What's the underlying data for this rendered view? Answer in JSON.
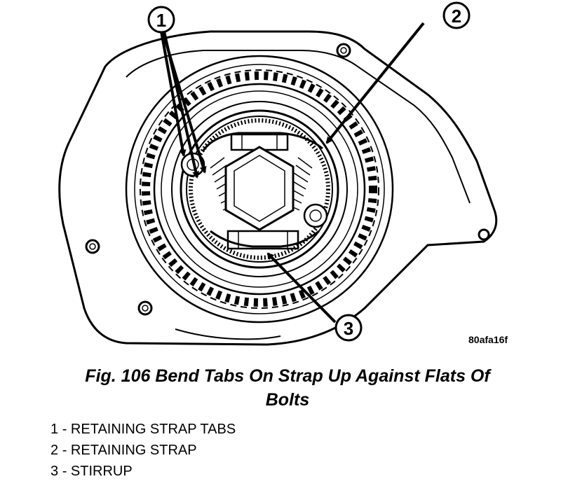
{
  "figure": {
    "image_code": "80afa16f",
    "callouts": [
      "1",
      "2",
      "3"
    ]
  },
  "caption": {
    "line1": "Fig. 106 Bend Tabs On Strap Up Against Flats Of",
    "line2": "Bolts"
  },
  "legend": [
    {
      "number": "1",
      "separator": "-",
      "label": "RETAINING STRAP TABS"
    },
    {
      "number": "2",
      "separator": "-",
      "label": "RETAINING STRAP"
    },
    {
      "number": "3",
      "separator": "-",
      "label": "STIRRUP"
    }
  ]
}
